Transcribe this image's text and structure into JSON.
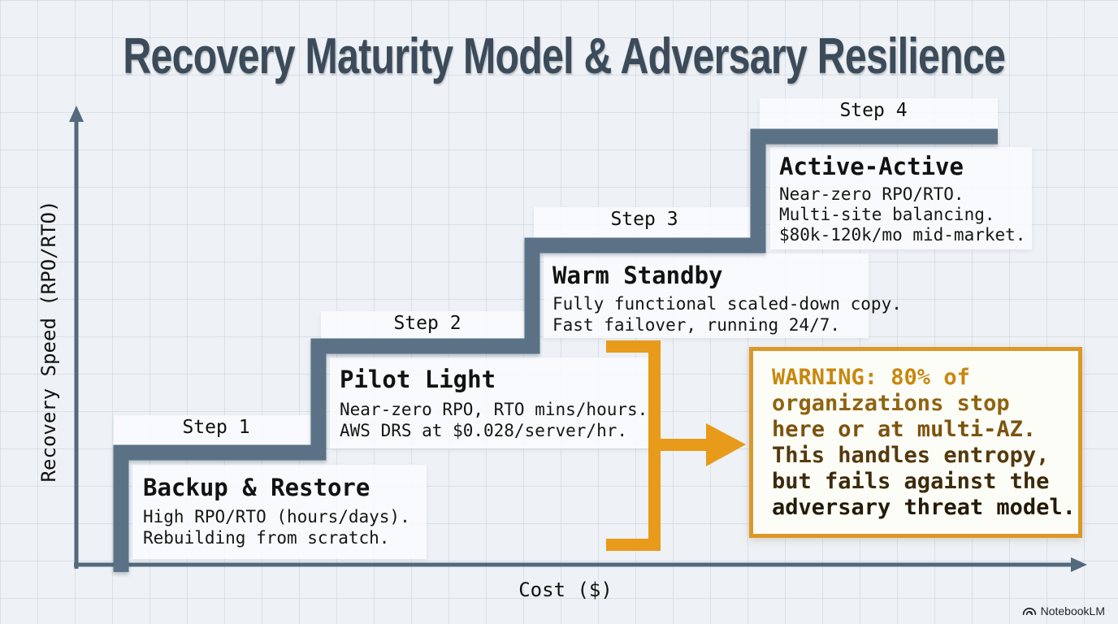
{
  "title": "Recovery Maturity Model & Adversary Resilience",
  "axes": {
    "y_label": "Recovery Speed (RPO/RTO)",
    "x_label": "Cost ($)"
  },
  "steps": [
    {
      "label": "Step 1",
      "name": "Backup & Restore",
      "lines": [
        "High RPO/RTO (hours/days).",
        "Rebuilding from scratch."
      ]
    },
    {
      "label": "Step 2",
      "name": "Pilot Light",
      "lines": [
        "Near-zero RPO, RTO mins/hours.",
        "AWS DRS at $0.028/server/hr."
      ]
    },
    {
      "label": "Step 3",
      "name": "Warm Standby",
      "lines": [
        "Fully functional scaled-down copy.",
        "Fast failover, running 24/7."
      ]
    },
    {
      "label": "Step 4",
      "name": "Active-Active",
      "lines": [
        "Near-zero RPO/RTO.",
        "Multi-site balancing.",
        "$80k-120k/mo mid-market."
      ]
    }
  ],
  "warning": {
    "lines": [
      "WARNING: 80% of",
      "organizations stop",
      "here or at multi-AZ.",
      "This handles entropy,",
      "but fails against the",
      "adversary threat model."
    ]
  },
  "watermark": {
    "label": "NotebookLM"
  },
  "colors": {
    "background": "#eef1f5",
    "stair": "#5b7286",
    "axis": "#53697c",
    "accent_orange": "#e89a1b",
    "warning_border": "#dc9728",
    "warning_text_top": "#c8870e",
    "warning_text_bottom": "#241a07",
    "title": "#3b4b59"
  }
}
